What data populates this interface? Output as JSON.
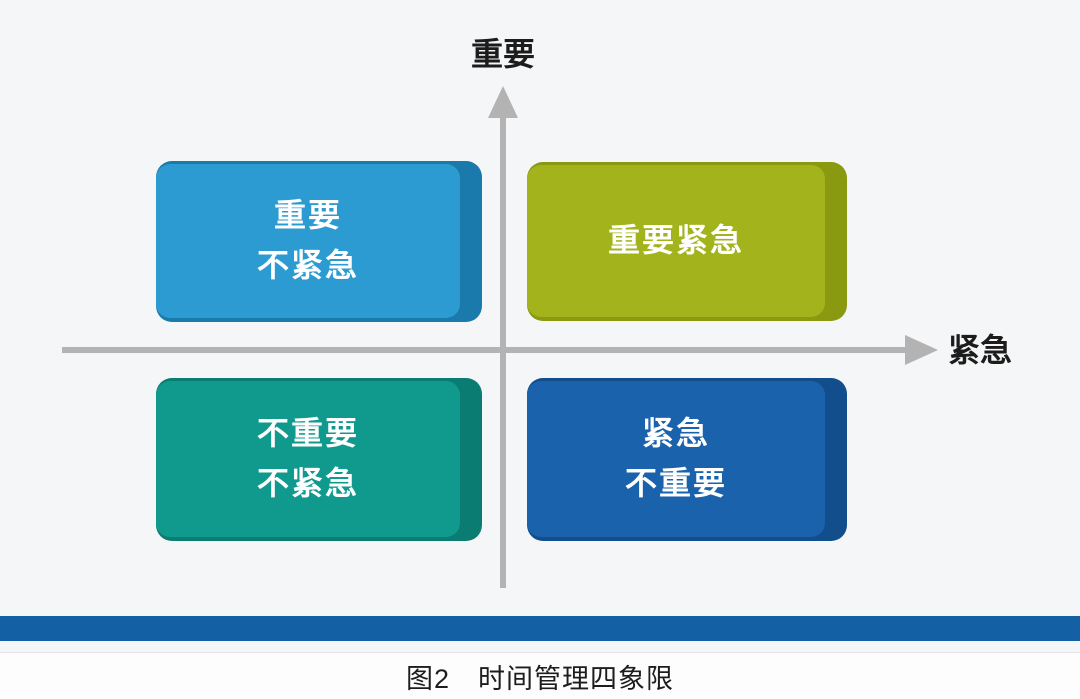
{
  "diagram": {
    "type": "quadrant-matrix",
    "background_color": "#f5f6f7"
  },
  "axes": {
    "y_label": "重要",
    "x_label": "紧急",
    "line_color": "#b3b3b3",
    "label_color": "#1c1c1c"
  },
  "quadrants": [
    {
      "position": "top-left",
      "label": "重要\n不紧急",
      "fill_color": "#2b9bd2",
      "edge_color": "#1a7aab",
      "text_color": "#ffffff"
    },
    {
      "position": "top-right",
      "label": "重要紧急",
      "fill_color": "#a3b31c",
      "edge_color": "#8a9a10",
      "text_color": "#ffffff"
    },
    {
      "position": "bottom-left",
      "label": "不重要\n不紧急",
      "fill_color": "#109a8e",
      "edge_color": "#0b7c71",
      "text_color": "#ffffff"
    },
    {
      "position": "bottom-right",
      "label": "紧急\n不重要",
      "fill_color": "#1a62ab",
      "edge_color": "#114e8b",
      "text_color": "#ffffff"
    }
  ],
  "footer": {
    "bar_color": "#1460a5",
    "caption": "图2　时间管理四象限"
  }
}
